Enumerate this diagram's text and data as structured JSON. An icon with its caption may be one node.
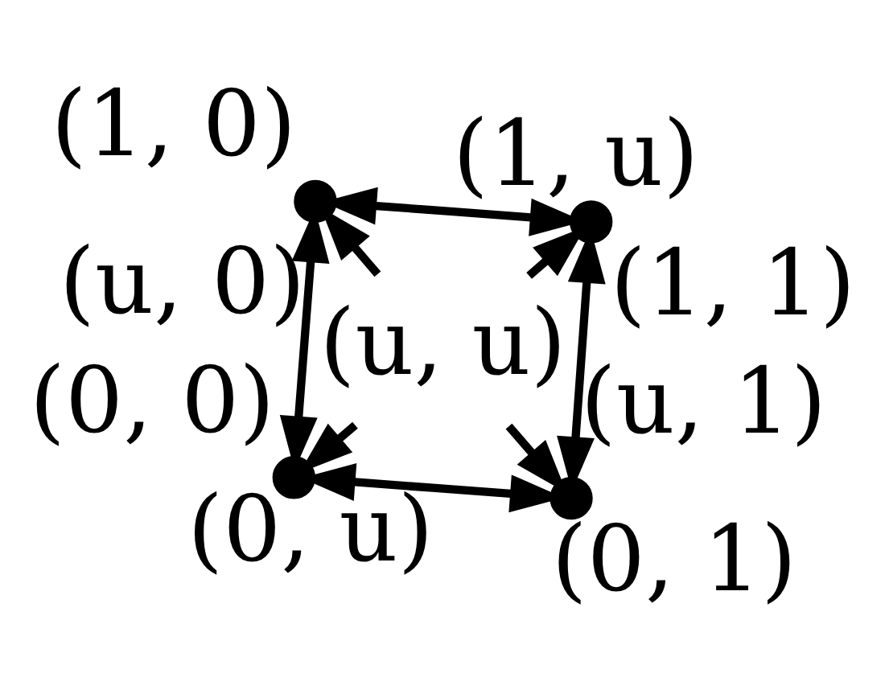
{
  "diagram": {
    "nodes": [
      {
        "text": [],
        "shape": "circle",
        "beside": [
          "(0, 0)"
        ]
      },
      {
        "text": [],
        "shape": "circle",
        "beside": [
          "(0, 1)"
        ]
      },
      {
        "text": [
          "(u, u)"
        ]
      },
      {
        "text": [],
        "shape": "circle",
        "beside": [
          "(1, 0)"
        ]
      },
      {
        "text": [],
        "shape": "circle",
        "beside": [
          "(1, 1)"
        ]
      }
    ],
    "edges": [
      {
        "from": 0,
        "to": 1,
        "arrow": "both",
        "label": "(0, u)"
      },
      {
        "from": 0,
        "to": 3,
        "arrow": "both",
        "label": "(u, 0)"
      },
      {
        "from": 1,
        "to": 4,
        "arrow": "both",
        "label": "(u, 1)"
      },
      {
        "from": 2,
        "to": 0,
        "arrow": "to"
      },
      {
        "from": 2,
        "to": 1,
        "arrow": "to"
      },
      {
        "from": 2,
        "to": 3,
        "arrow": "to"
      },
      {
        "from": 2,
        "to": 4,
        "arrow": "to"
      },
      {
        "from": 3,
        "to": 4,
        "arrow": "both",
        "label": "(1, u)"
      }
    ]
  }
}
